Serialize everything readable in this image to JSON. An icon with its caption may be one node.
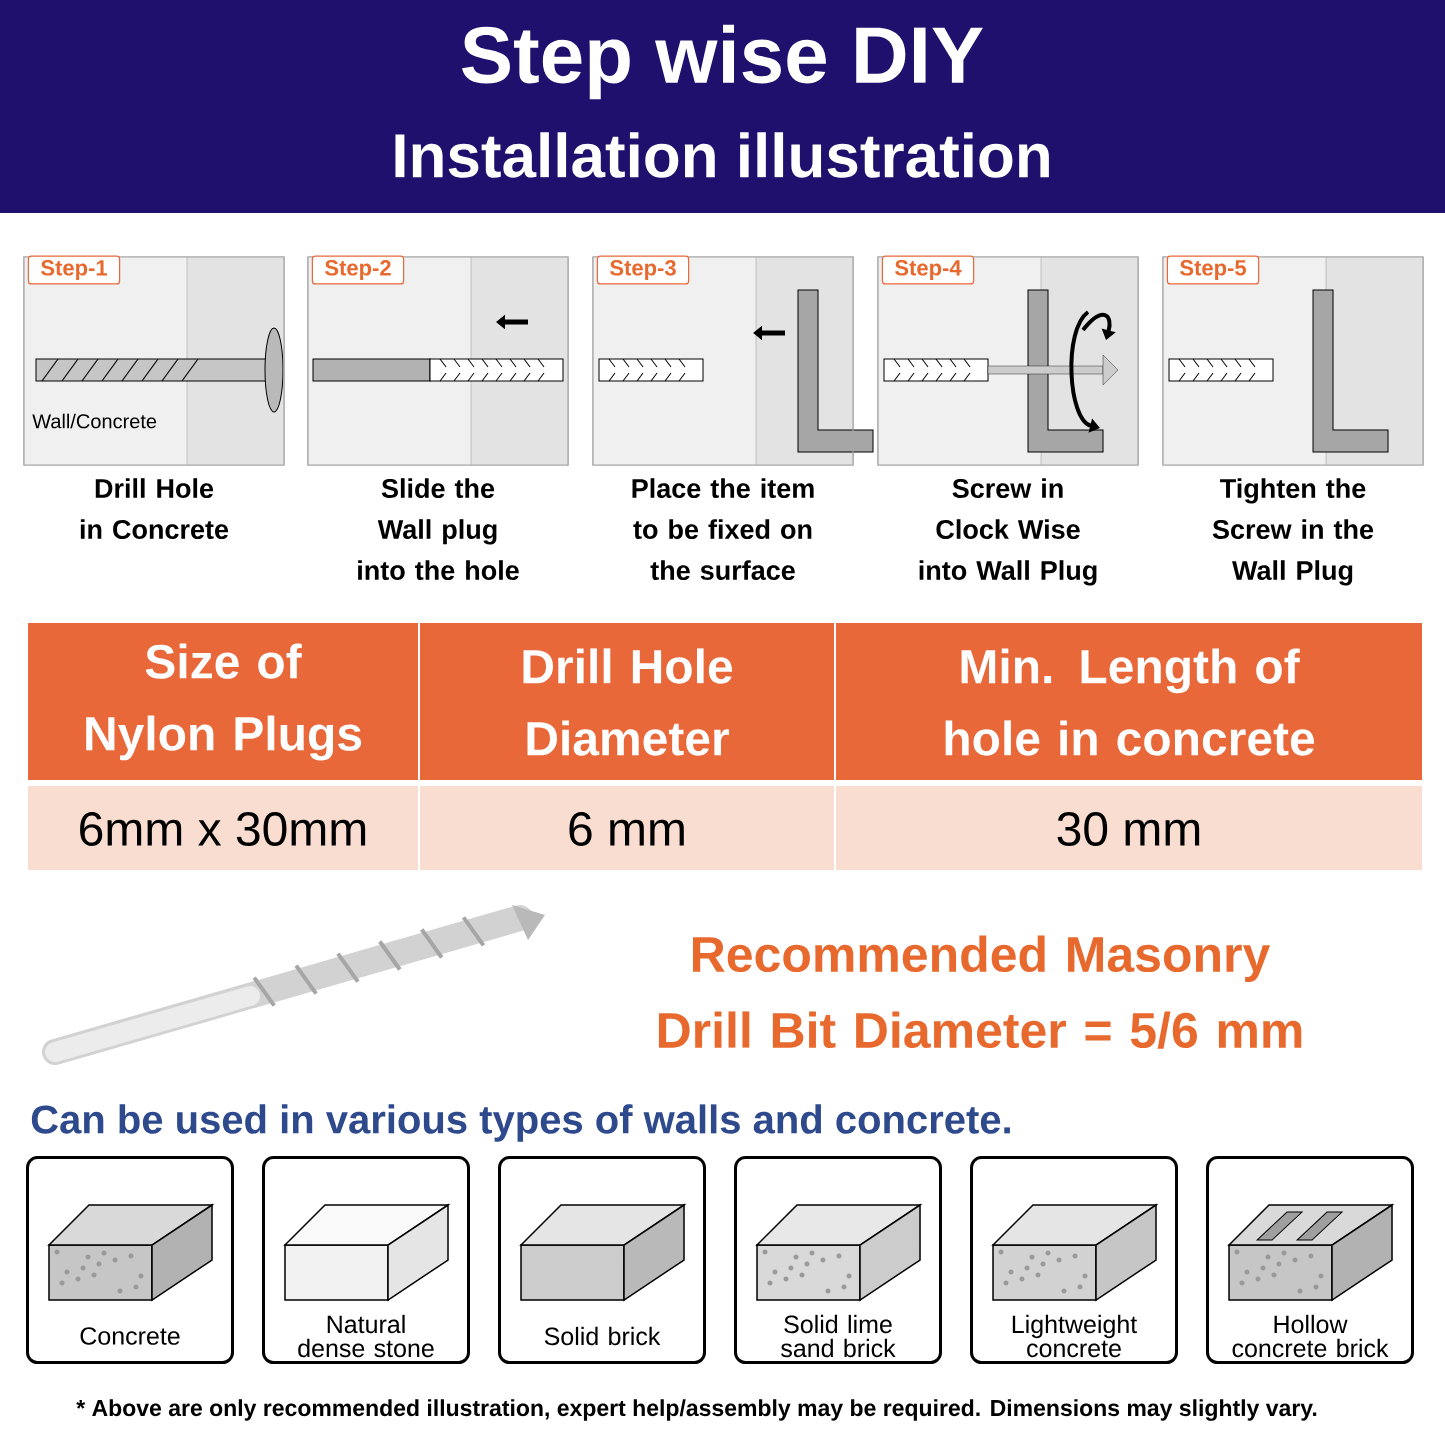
{
  "diagram": {
    "title": "Step wise DIY",
    "caption": "* Above are only recommended illustration, expert help/assembly may be required. Dimensions may slightly vary.",
    "nodes": [
      {
        "text": [
          "Step-1",
          "Wall/Concrete"
        ],
        "beside": [
          "Drill Hole in Concrete"
        ]
      },
      {
        "text": [
          "Step-2"
        ],
        "beside": [
          "Slide the Wall plug into the hole"
        ]
      },
      {
        "text": [
          "Step-3"
        ],
        "beside": [
          "Place the item to be fixed on the surface"
        ]
      },
      {
        "text": [
          "Step-4"
        ],
        "beside": [
          "Screw in Clock Wise into Wall Plug"
        ]
      },
      {
        "text": [
          "Step-5"
        ],
        "beside": [
          "Tighten the Screw in the Wall Plug"
        ]
      },
      {
        "text": [
          "Concrete"
        ]
      },
      {
        "text": [
          "Natural dense stone"
        ]
      },
      {
        "text": [
          "Solid brick"
        ]
      },
      {
        "text": [
          "Solid lime sand brick"
        ]
      },
      {
        "text": [
          "Lightweight concrete"
        ]
      },
      {
        "text": [
          "Hollow concrete brick"
        ]
      }
    ],
    "labels": [
      "Installation illustration",
      "Size of Nylon Plugs",
      "Drill Hole Diameter",
      "Min. Length of hole in concrete",
      "6mm x 30mm",
      "6 mm",
      "30 mm",
      "Recommended Masonry Drill Bit Diameter = 5/6 mm",
      "Can be used in various types of walls and concrete."
    ]
  }
}
